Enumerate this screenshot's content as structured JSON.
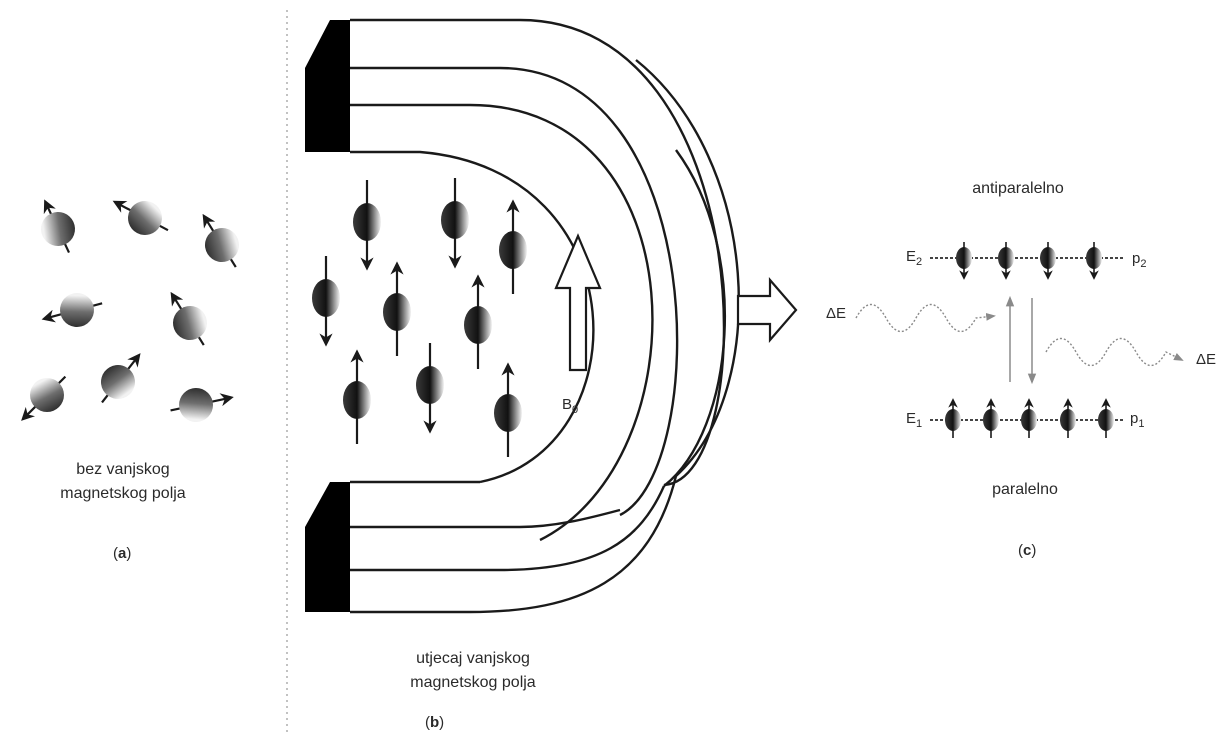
{
  "panel_a": {
    "caption_line1": "bez vanjskog",
    "caption_line2": "magnetskog polja",
    "tag": "a"
  },
  "panel_b": {
    "caption_line1": "utjecaj vanjskog",
    "caption_line2": "magnetskog polja",
    "tag": "b",
    "field_label": "B",
    "field_subscript": "0"
  },
  "panel_c": {
    "top_label": "antiparalelno",
    "bottom_label": "paralelno",
    "tag": "c",
    "upper_level": {
      "name": "E",
      "sub": "2",
      "population": "p",
      "population_sub": "2"
    },
    "lower_level": {
      "name": "E",
      "sub": "1",
      "population": "p",
      "population_sub": "1"
    },
    "absorbed_label": "ΔE",
    "emitted_label": "ΔE"
  },
  "icons": {
    "spin": "spin-sphere-icon",
    "field_arrow": "field-direction-arrow-icon",
    "transition_arrow": "right-block-arrow-icon"
  },
  "colors": {
    "ink": "#1a1a1a",
    "sphere_dark": "#1e1e1e",
    "sphere_light": "#f2f2f2",
    "magnet_fill": "#000000",
    "wave": "#8a8a8a"
  }
}
